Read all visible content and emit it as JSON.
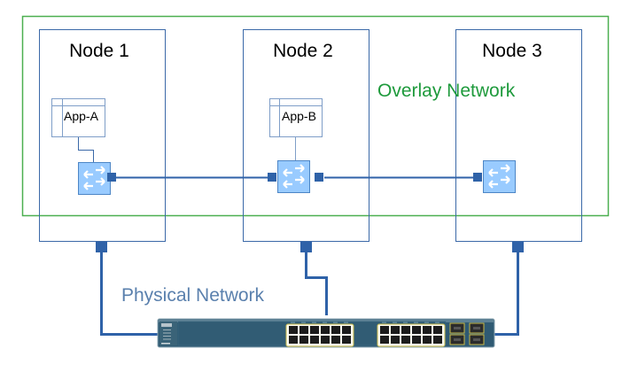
{
  "diagram": {
    "overlay_label": "Overlay Network",
    "physical_label": "Physical Network",
    "nodes": [
      {
        "label": "Node 1",
        "app": "App-A"
      },
      {
        "label": "Node 2",
        "app": "App-B"
      },
      {
        "label": "Node 3",
        "app": null
      }
    ],
    "switch": {
      "label": "physical-switch",
      "rj45_groups": 2,
      "ports_per_group": 12,
      "sfp_ports": 4
    },
    "colors": {
      "overlay": "#2ea043",
      "overlay_text": "#1e9a3c",
      "node_border": "#3b69a8",
      "link": "#2f62a8",
      "physical_text": "#5a80ad",
      "vswitch_fill": "#99cbff",
      "switch_body": "#2f5a73"
    }
  }
}
